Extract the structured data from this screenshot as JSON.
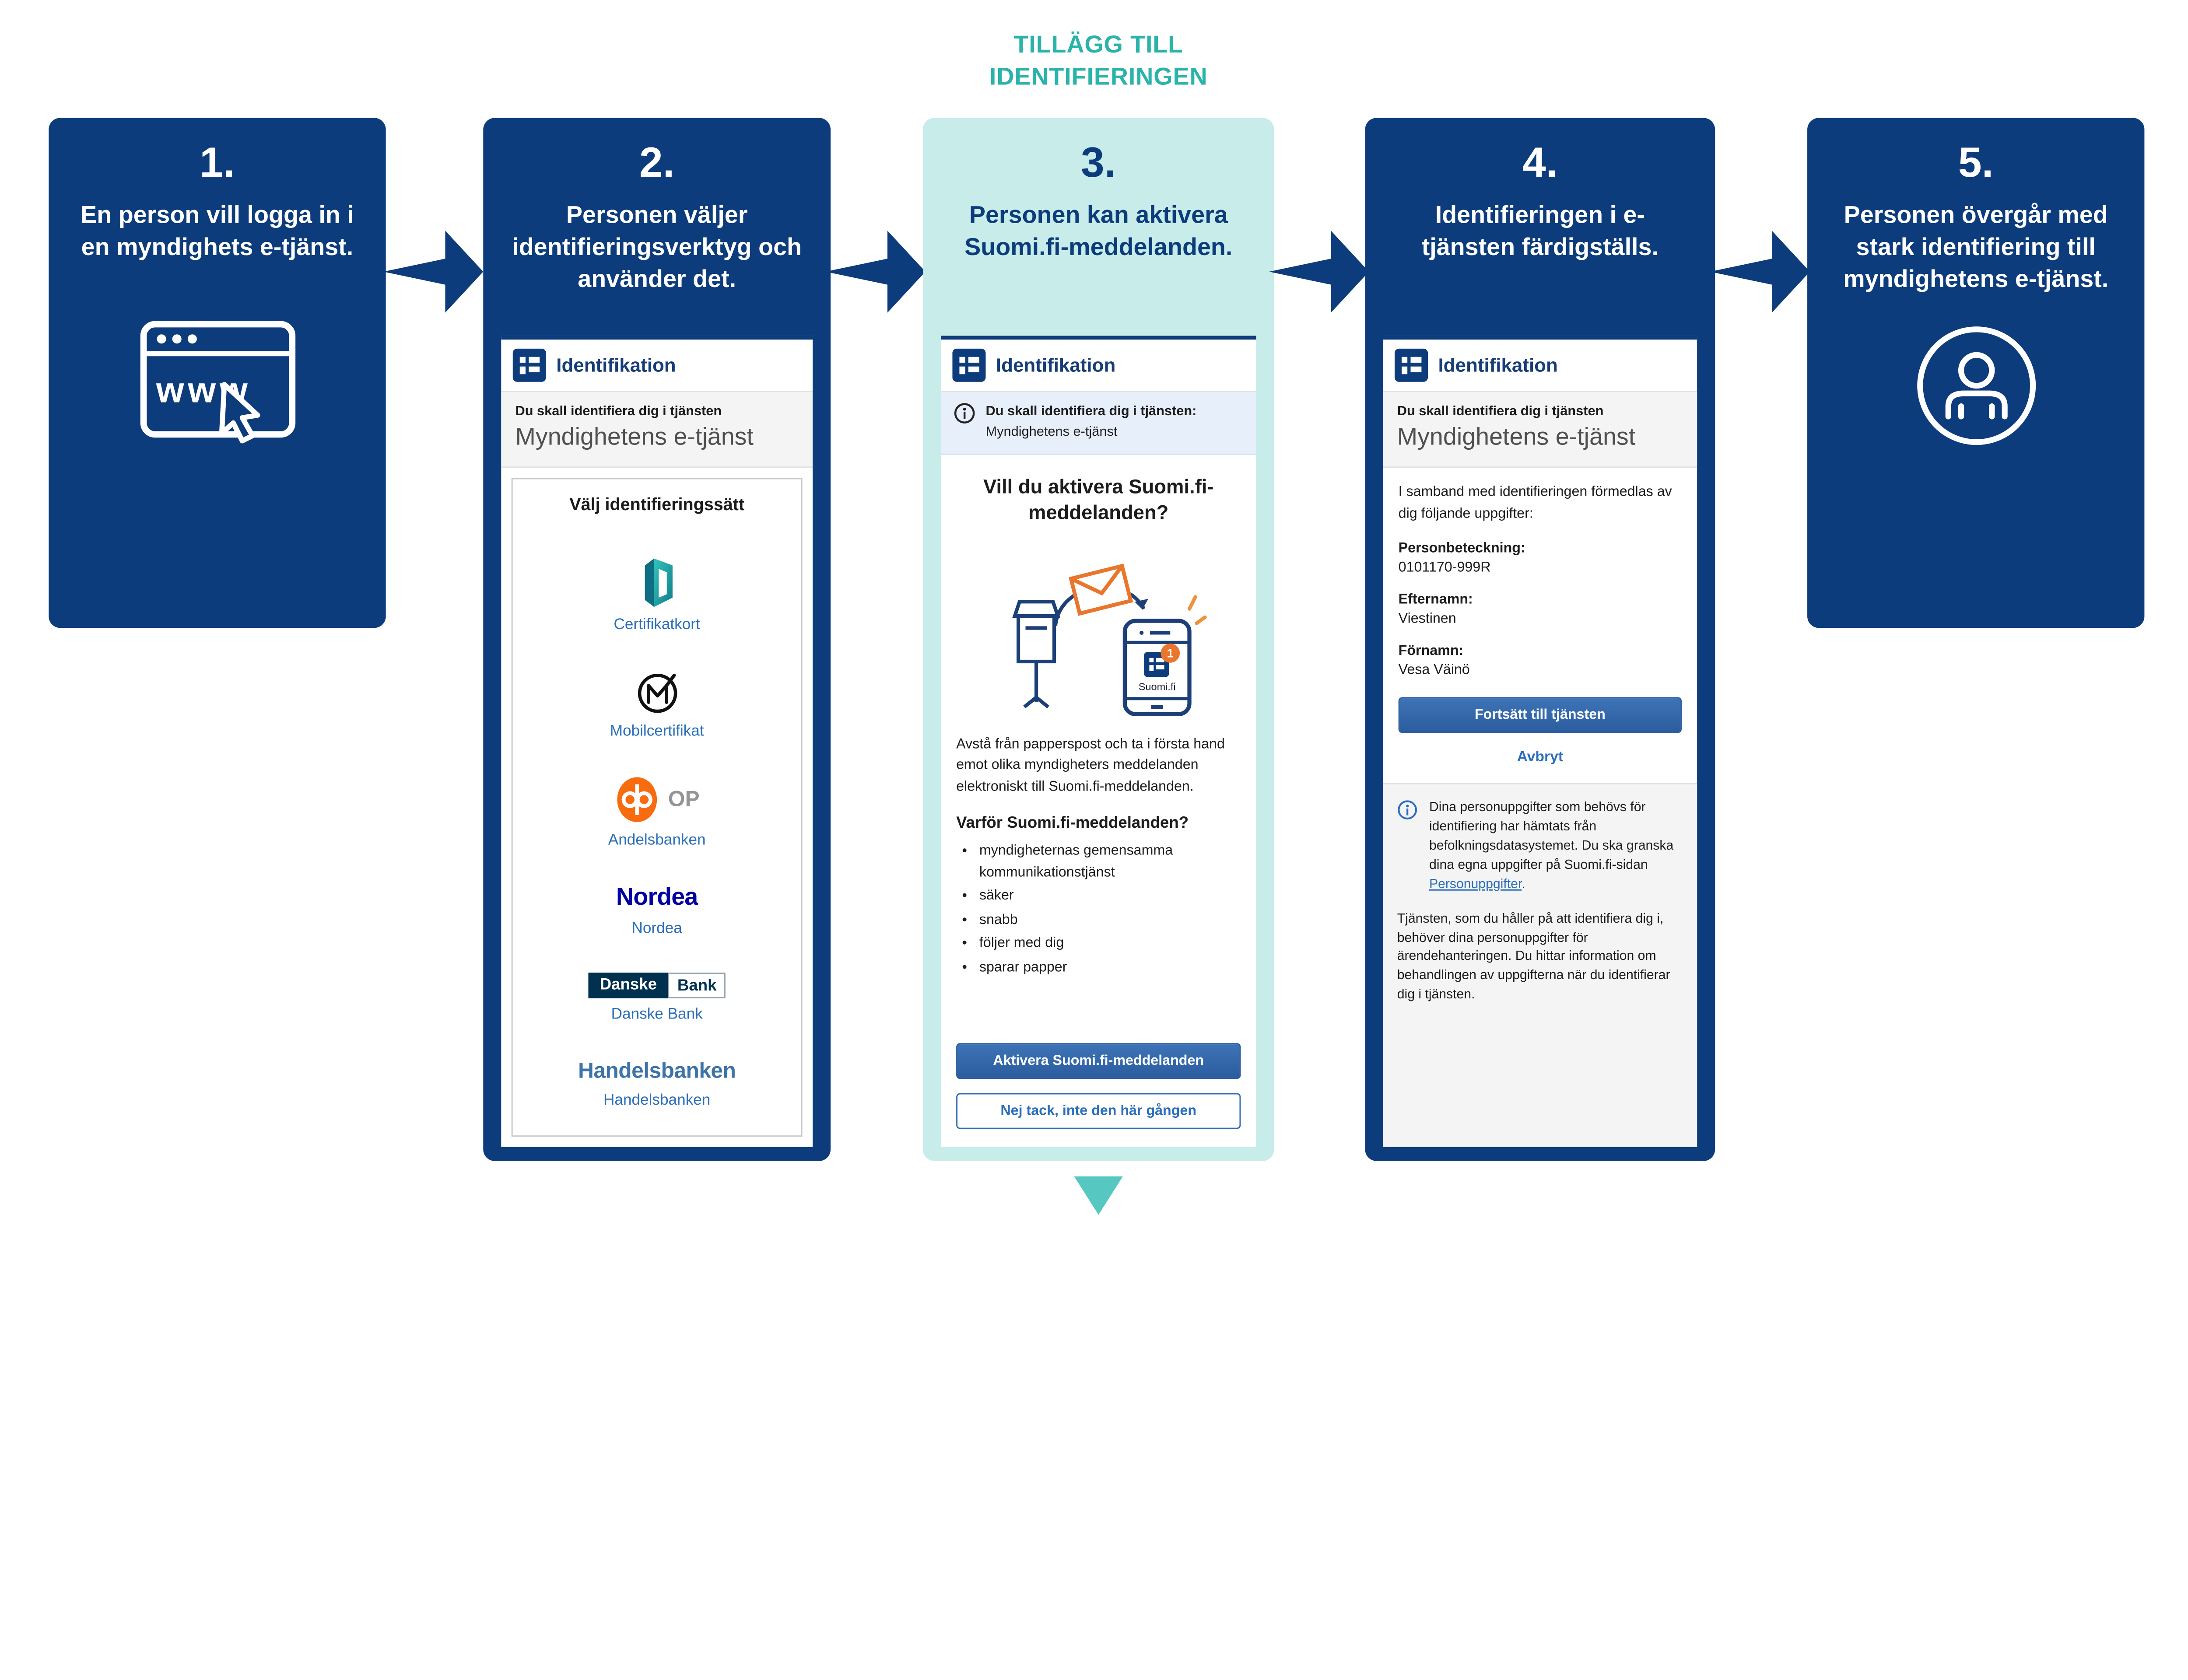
{
  "colors": {
    "navy": "#0d3c7c",
    "light_teal": "#c8ece9",
    "banner_teal": "#2ab3aa",
    "down_arrow_teal": "#57c8c1",
    "link_blue": "#2a6ebb",
    "button_blue_top": "#3d74b7",
    "button_blue_bottom": "#2b5c9e",
    "op_orange": "#f86b0e",
    "envelope_orange": "#e8762d",
    "nordea_blue": "#0000a0",
    "handelsbanken_blue": "#3d73a8",
    "danske_navy": "#00314f"
  },
  "banner": {
    "text": "TILLÄGG TILL IDENTIFIERINGEN"
  },
  "steps": [
    {
      "number": "1.",
      "title": "En person vill logga in i en myndighets e-tjänst."
    },
    {
      "number": "2.",
      "title": "Personen väljer identifieringsverktyg och använder det."
    },
    {
      "number": "3.",
      "title": "Personen kan aktivera Suomi.fi-meddelanden."
    },
    {
      "number": "4.",
      "title": "Identifieringen i e-tjänsten färdigställs."
    },
    {
      "number": "5.",
      "title": "Personen övergår med stark identifiering till myndighetens e-tjänst."
    }
  ],
  "panel2": {
    "header": "Identifikation",
    "service_intro": "Du skall identifiera dig i tjänsten",
    "service_name": "Myndighetens e-tjänst",
    "choose_title": "Välj identifieringssätt",
    "methods": [
      {
        "name": "Certifikatkort"
      },
      {
        "name": "Mobilcertifikat"
      },
      {
        "name": "Andelsbanken",
        "logo_text": "OP"
      },
      {
        "name": "Nordea",
        "logo_text": "Nordea"
      },
      {
        "name": "Danske Bank",
        "logo_text_1": "Danske",
        "logo_text_2": "Bank"
      },
      {
        "name": "Handelsbanken",
        "logo_text": "Handelsbanken"
      }
    ]
  },
  "panel3": {
    "header": "Identifikation",
    "info_line1": "Du skall identifiera dig i tjänsten:",
    "info_line2": "Myndighetens e-tjänst",
    "question": "Vill du aktivera Suomi.fi-meddelanden?",
    "phone_label": "Suomi.fi",
    "badge": "1",
    "body": "Avstå från papperspost och ta i första hand emot olika myndigheters meddelanden elektroniskt till Suomi.fi-meddelanden.",
    "why_title": "Varför Suomi.fi-meddelanden?",
    "bullets": [
      "myndigheternas gemensamma kommunikationstjänst",
      "säker",
      "snabb",
      "följer med dig",
      "sparar papper"
    ],
    "primary_button": "Aktivera Suomi.fi-meddelanden",
    "secondary_button": "Nej tack, inte den här gången"
  },
  "panel4": {
    "header": "Identifikation",
    "service_intro": "Du skall identifiera dig i tjänsten",
    "service_name": "Myndighetens e-tjänst",
    "intro": "I samband med identifieringen förmedlas av dig följande uppgifter:",
    "fields": [
      {
        "label": "Personbeteckning:",
        "value": "0101170-999R"
      },
      {
        "label": "Efternamn:",
        "value": "Viestinen"
      },
      {
        "label": "Förnamn:",
        "value": "Vesa Väinö"
      }
    ],
    "primary_button": "Fortsätt till tjänsten",
    "cancel_link": "Avbryt",
    "info_text_1": "Dina personuppgifter som behövs för identifiering har hämtats från befolkningsdatasystemet. Du ska granska dina egna uppgifter på Suomi.fi-sidan ",
    "info_link": "Personuppgifter",
    "info_text_1_suffix": ".",
    "info_text_2": "Tjänsten, som du håller på att identifiera dig i, behöver dina personuppgifter för ärendehanteringen. Du hittar information om behandlingen av uppgifterna när du identifierar dig i tjänsten."
  }
}
